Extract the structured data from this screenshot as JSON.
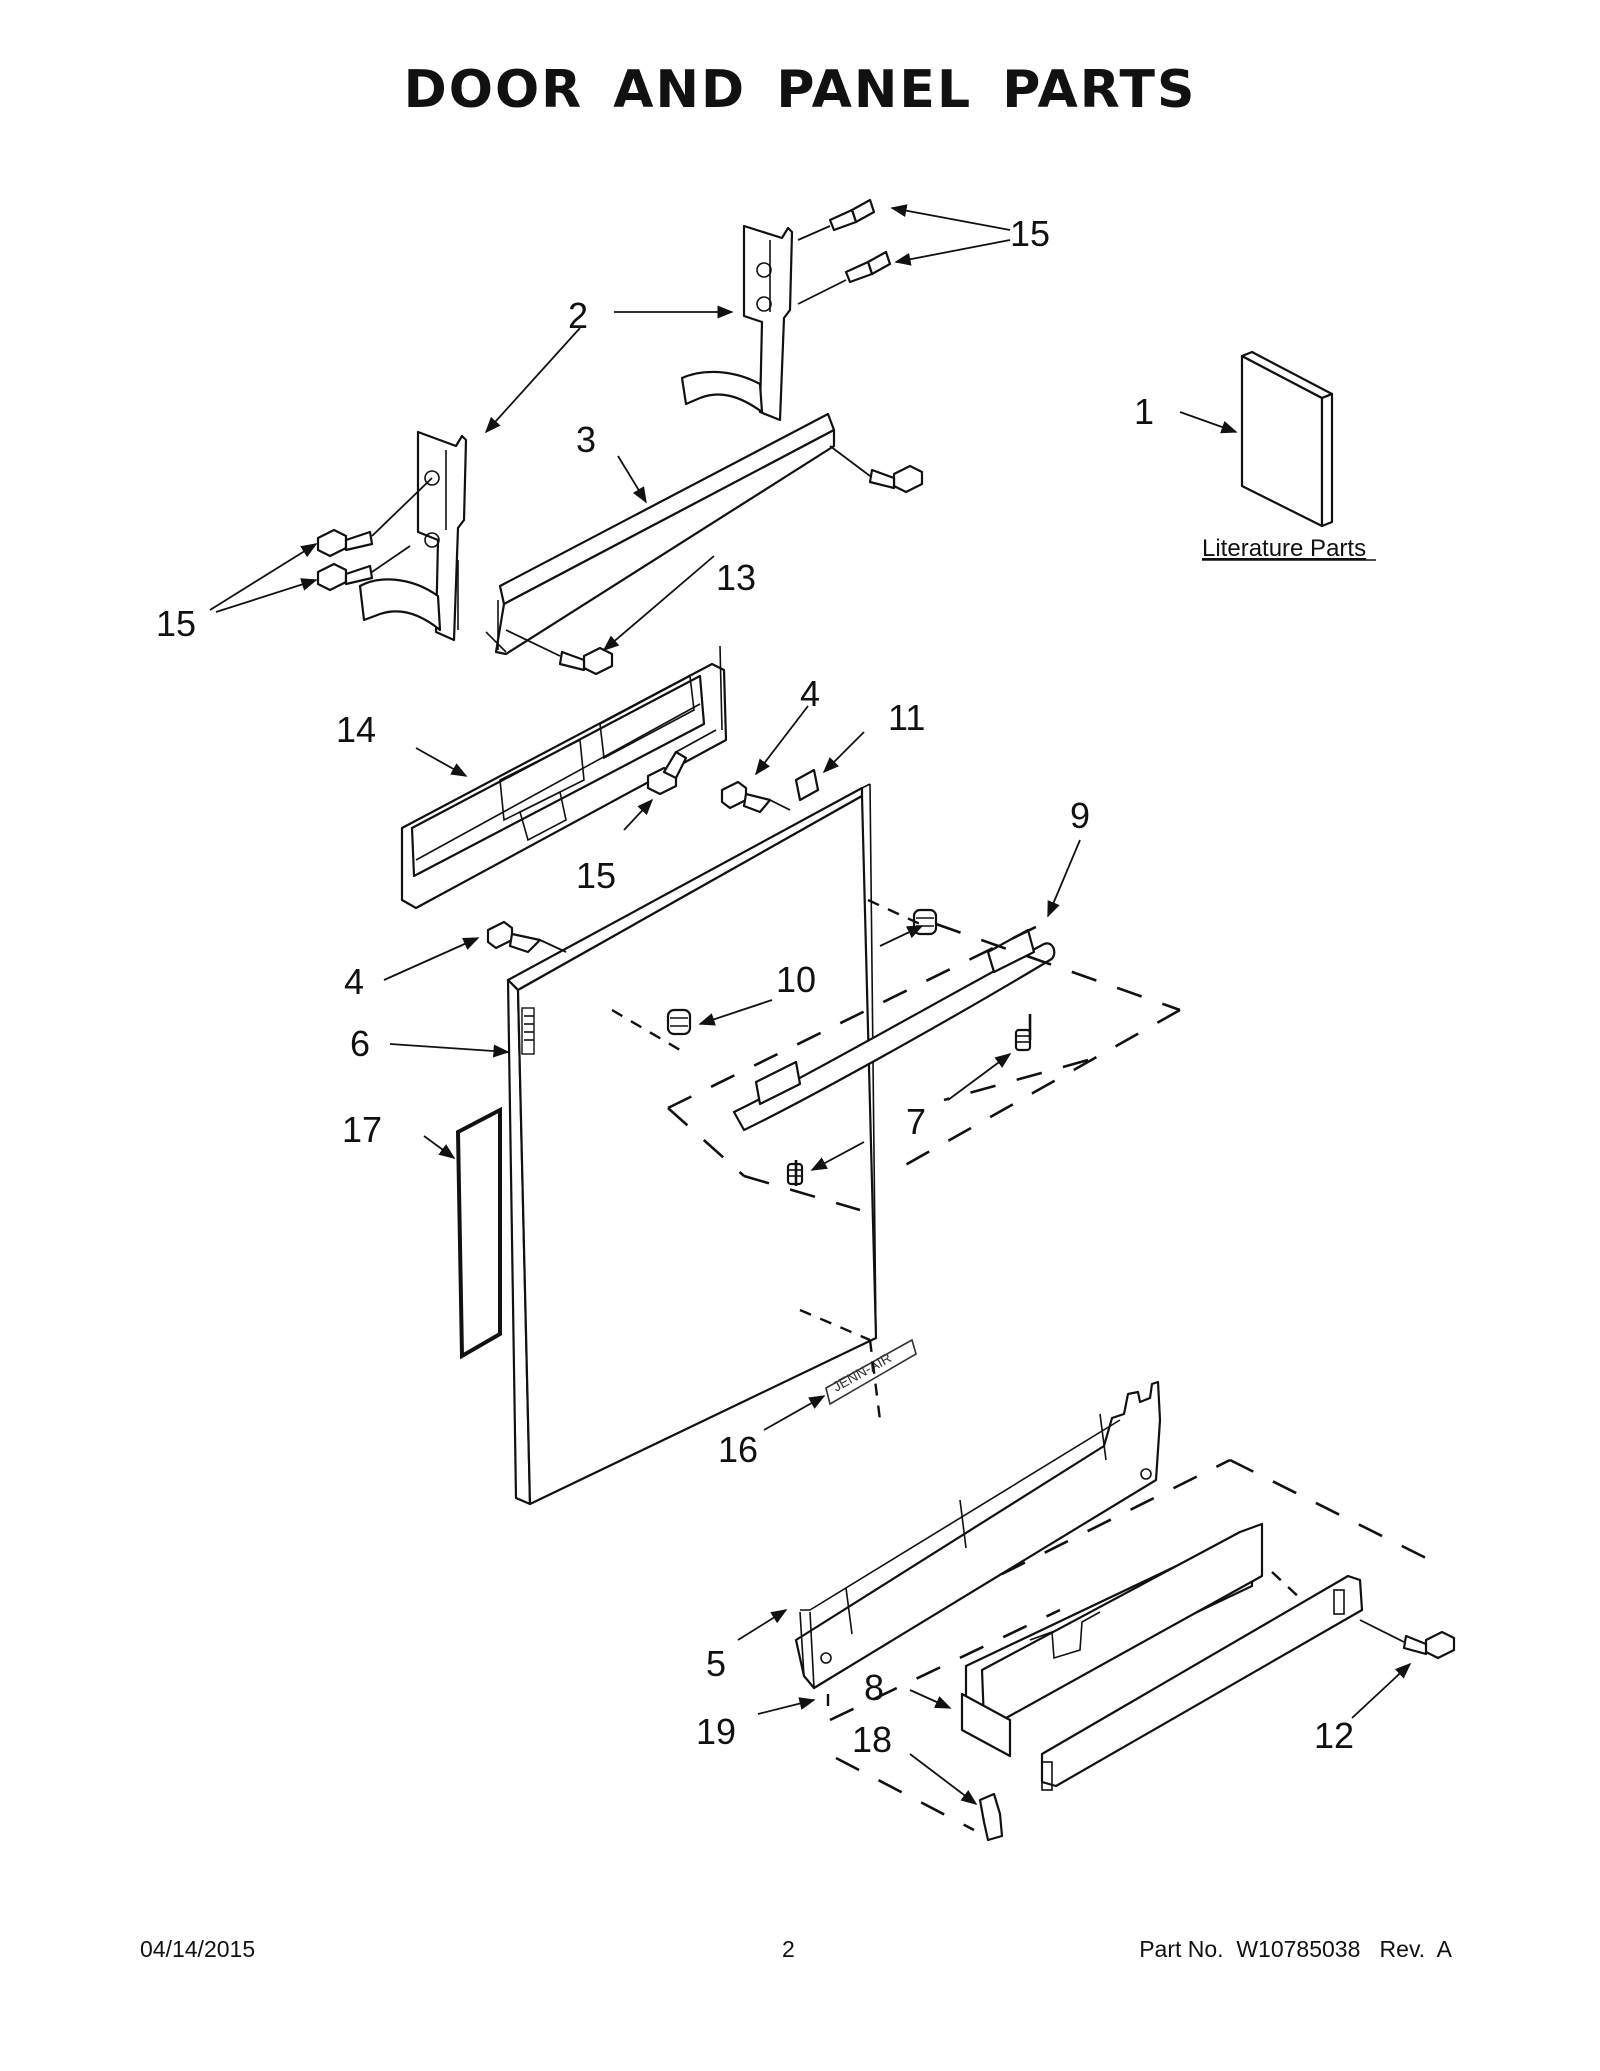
{
  "title": "DOOR AND PANEL PARTS",
  "literature_label": "Literature Parts",
  "callouts": {
    "c1": "1",
    "c2": "2",
    "c3": "3",
    "c4a": "4",
    "c4b": "4",
    "c5": "5",
    "c6": "6",
    "c7": "7",
    "c8": "8",
    "c9": "9",
    "c10": "10",
    "c11": "11",
    "c12": "12",
    "c13": "13",
    "c14": "14",
    "c15a": "15",
    "c15b": "15",
    "c15c": "15",
    "c16": "16",
    "c17": "17",
    "c18": "18",
    "c19": "19"
  },
  "logo_text": "JENN-AIR",
  "footer": {
    "date": "04/14/2015",
    "page": "2",
    "part_no": "Part No.  W10785038   Rev.  A"
  }
}
